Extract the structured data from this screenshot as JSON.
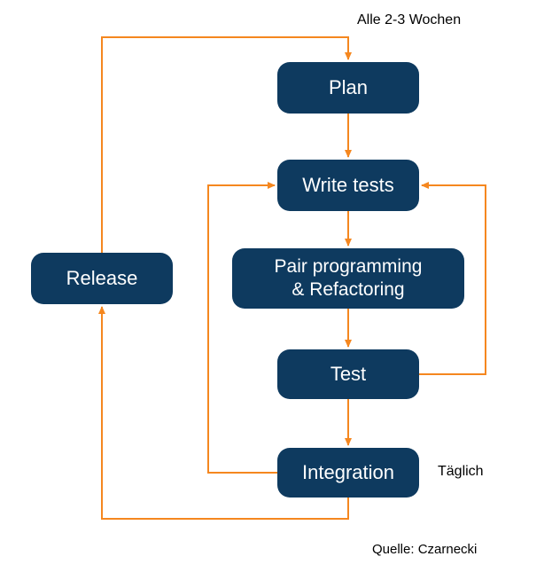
{
  "diagram": {
    "title": "XP development cycle flowchart",
    "labels": {
      "cycle_top": "Alle 2-3 Wochen",
      "cycle_daily": "Täglich",
      "source": "Quelle: Czarnecki"
    },
    "nodes": {
      "plan": "Plan",
      "write_tests": "Write tests",
      "pair_line1": "Pair programming",
      "pair_line2": "& Refactoring",
      "test": "Test",
      "integration": "Integration",
      "release": "Release"
    },
    "edges": [
      "plan -> write_tests",
      "write_tests -> pair_programming_refactoring",
      "pair_programming_refactoring -> test",
      "test -> integration",
      "integration -> write_tests (left loop)",
      "test -> write_tests (right loop)",
      "integration -> release (bottom loop)",
      "release -> plan (top loop, Alle 2-3 Wochen)"
    ],
    "colors": {
      "node_fill": "#0e3a5f",
      "node_text": "#ffffff",
      "arrow": "#f5871f",
      "label_text": "#000000",
      "background": "#ffffff"
    }
  }
}
